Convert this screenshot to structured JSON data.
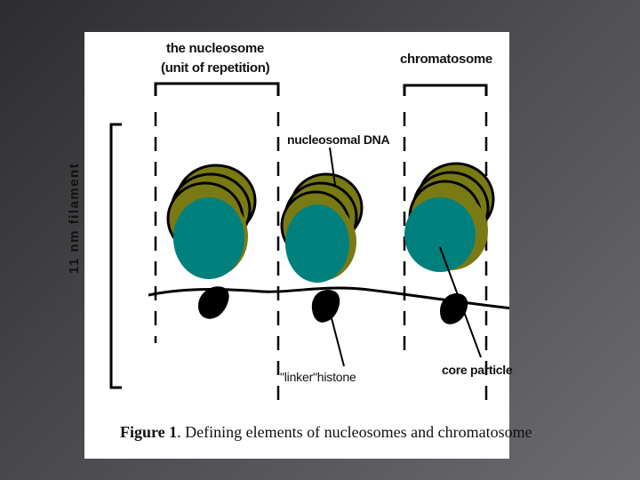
{
  "labels": {
    "nucleosome_line1": "the nucleosome",
    "nucleosome_line2": "(unit of repetition)",
    "chromatosome": "chromatosome",
    "nucleosomal_dna": "nucleosomal DNA",
    "linker_histone": "\"linker\"histone",
    "core_particle": "core particle",
    "filament": "11 nm filament"
  },
  "caption": {
    "prefix": "Figure 1",
    "text": ". Defining elements of nucleosomes and chromatosome"
  },
  "colors": {
    "core": "#00807d",
    "dna_wrap": "#7a7a14",
    "wrap_outline": "#000000",
    "background": "#ffffff"
  }
}
